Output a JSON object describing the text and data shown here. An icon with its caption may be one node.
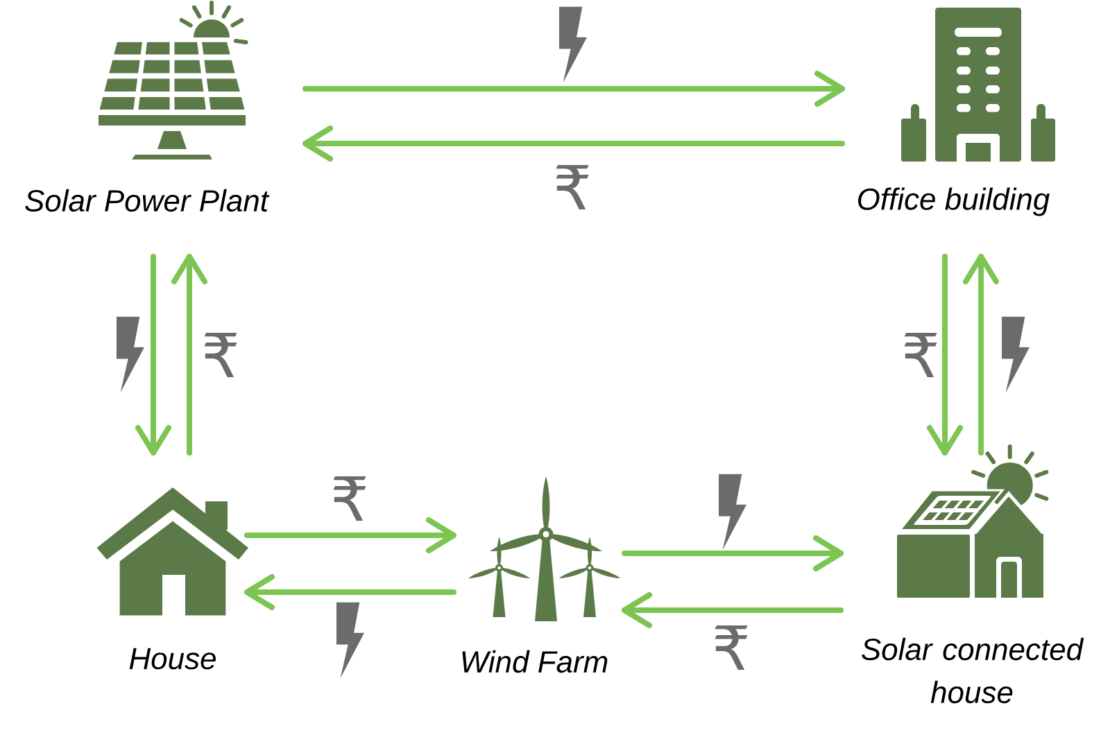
{
  "diagram": {
    "nodes": [
      {
        "text": [
          "Solar Power Plant"
        ]
      },
      {
        "text": [
          "Office building"
        ]
      },
      {
        "text": [
          "House"
        ]
      },
      {
        "text": [
          "Wind Farm"
        ]
      },
      {
        "text": [
          "Solar connected house"
        ]
      }
    ],
    "edges": [
      {
        "from": 0,
        "to": 1,
        "arrow": "to"
      },
      {
        "from": 1,
        "to": 0,
        "arrow": "to",
        "label": "₹"
      },
      {
        "from": 0,
        "to": 2,
        "arrow": "to"
      },
      {
        "from": 2,
        "to": 0,
        "arrow": "to",
        "label": "₹"
      },
      {
        "from": 1,
        "to": 4,
        "arrow": "to",
        "label": "₹"
      },
      {
        "from": 4,
        "to": 1,
        "arrow": "to"
      },
      {
        "from": 2,
        "to": 3,
        "arrow": "to",
        "label": "₹"
      },
      {
        "from": 3,
        "to": 2,
        "arrow": "to"
      },
      {
        "from": 3,
        "to": 4,
        "arrow": "to"
      },
      {
        "from": 4,
        "to": 3,
        "arrow": "to",
        "label": "₹"
      }
    ]
  }
}
